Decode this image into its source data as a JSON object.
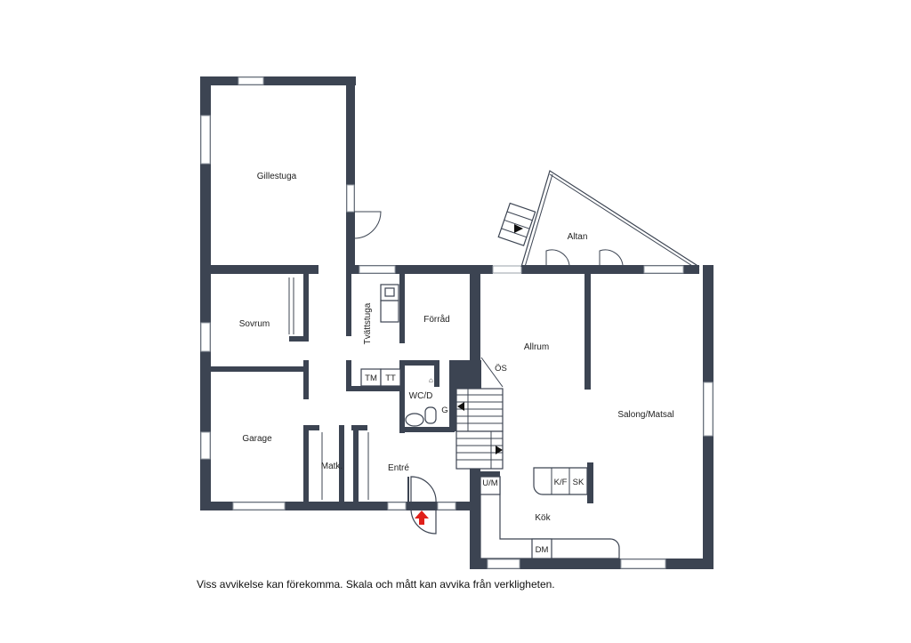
{
  "rooms": {
    "gillestuga": "Gillestuga",
    "sovrum": "Sovrum",
    "tvattstuga": "Tvättstuga",
    "forrad": "Förråd",
    "allrum": "Allrum",
    "altan": "Altan",
    "salong": "Salong/Matsal",
    "garage": "Garage",
    "matk": "Matk.",
    "entre": "Entré",
    "wcd": "WC/D",
    "kok": "Kök"
  },
  "fixtures": {
    "tm": "TM",
    "tt": "TT",
    "os": "ÖS",
    "g": "G",
    "um": "U/M",
    "kf": "K/F",
    "sk": "SK",
    "dm": "DM"
  },
  "disclaimer": "Viss avvikelse kan förekomma. Skala och mått kan avvika från verkligheten.",
  "colors": {
    "wall": "#3c4452",
    "entry_arrow": "#e0201a"
  }
}
